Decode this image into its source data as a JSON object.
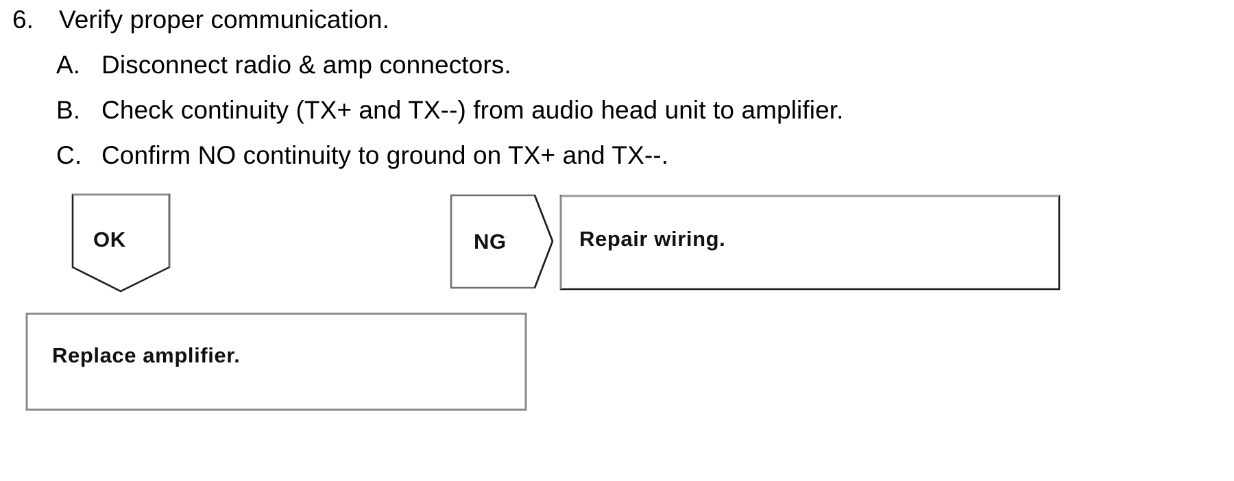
{
  "document": {
    "step": {
      "number": "6.",
      "text": "Verify proper communication."
    },
    "substeps": [
      {
        "marker": "A.",
        "text": "Disconnect radio & amp connectors."
      },
      {
        "marker": "B.",
        "text": "Check continuity (TX+ and TX--) from audio head unit to amplifier."
      },
      {
        "marker": "C.",
        "text": "Confirm NO continuity to ground on TX+ and TX--."
      }
    ],
    "flowchart": {
      "type": "diagnostic-branch",
      "nodes": [
        {
          "id": "ok",
          "shape": "down-arrow-pentagon",
          "label": "OK"
        },
        {
          "id": "ng",
          "shape": "right-arrow-pentagon",
          "label": "NG"
        },
        {
          "id": "repair",
          "shape": "rectangle",
          "label": "Repair wiring."
        },
        {
          "id": "replace",
          "shape": "rectangle",
          "label": "Replace amplifier."
        }
      ],
      "edges": [
        {
          "from": "ok",
          "to": "replace"
        },
        {
          "from": "ng",
          "to": "repair"
        }
      ]
    },
    "colors": {
      "text": "#000000",
      "outline_dark": "#1a1a1a",
      "outline_gray": "#8c8c8c",
      "background": "#ffffff"
    }
  }
}
